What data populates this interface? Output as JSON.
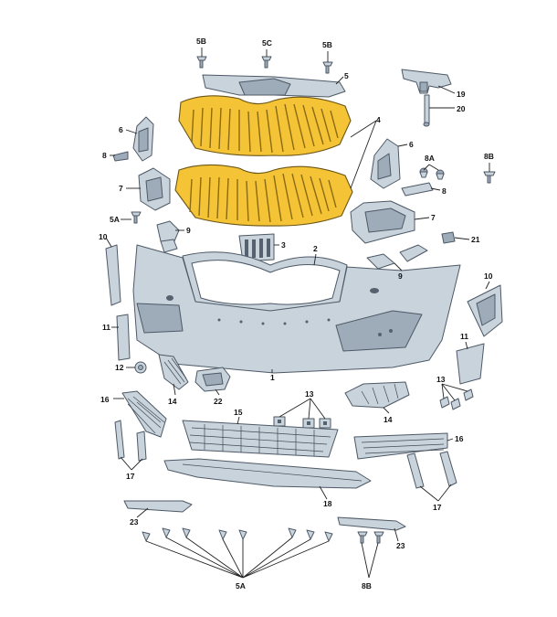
{
  "diagram": {
    "highlight_color": "#f4c336",
    "part_color": "#c9d3dc",
    "labels": {
      "p5B_left": "5B",
      "p5C": "5C",
      "p5B_right": "5B",
      "p5": "5",
      "p19": "19",
      "p20": "20",
      "p4": "4",
      "p6_left": "6",
      "p6_right": "6",
      "p8_left": "8",
      "p8A": "8A",
      "p8B_top": "8B",
      "p8_right": "8",
      "p7_left": "7",
      "p7_right": "7",
      "p5A_left": "5A",
      "p9_left": "9",
      "p3": "3",
      "p2": "2",
      "p21": "21",
      "p9_right": "9",
      "p10_left": "10",
      "p10_right": "10",
      "p11_left": "11",
      "p11_right": "11",
      "p1": "1",
      "p12": "12",
      "p14_left": "14",
      "p22": "22",
      "p13_center": "13",
      "p13_right": "13",
      "p16_left": "16",
      "p15": "15",
      "p14_right": "14",
      "p16_right": "16",
      "p17_left": "17",
      "p17_right": "17",
      "p18": "18",
      "p23_left": "23",
      "p23_right": "23",
      "p5A_bottom": "5A",
      "p8B_bottom": "8B"
    }
  }
}
